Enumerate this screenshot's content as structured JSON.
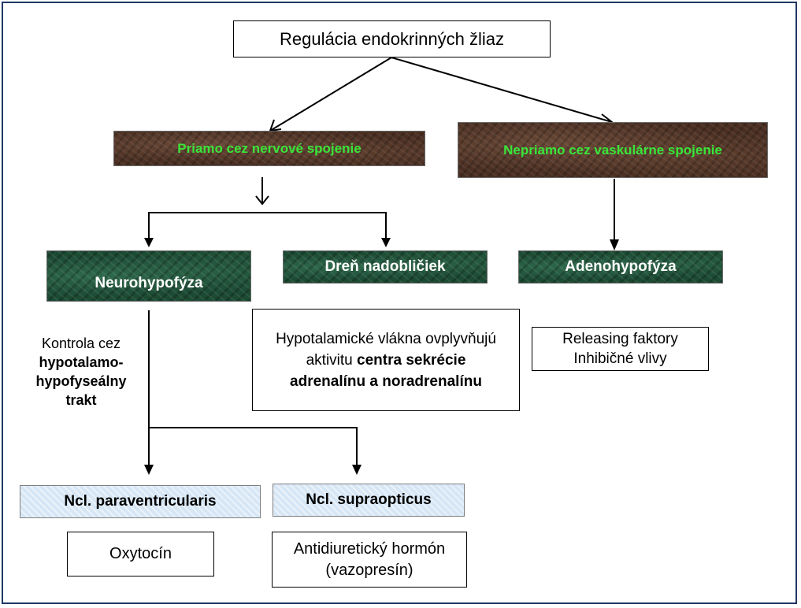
{
  "title": "Regulácia endokrinných žliaz",
  "branches": {
    "direct": "Priamo cez nervové spojenie",
    "indirect": "Nepriamo cez vaskulárne spojenie"
  },
  "organs": {
    "neurohypofyza": "Neurohypofýza",
    "dren": "Dreň nadobličiek",
    "adenohypofyza": "Adenohypofýza"
  },
  "hypothalamic_note": {
    "part1": "Hypotalamické vlákna ovplyvňujú aktivitu ",
    "bold": "centra sekrécie adrenalínu a noradrenalínu"
  },
  "releasing": {
    "line1": "Releasing faktory",
    "line2": "Inhibičné vlivy"
  },
  "control_note": {
    "part1": "Kontrola cez",
    "bold": "hypotalamo-hypofyseálny trakt"
  },
  "nuclei": {
    "paraventricularis": "Ncl. paraventricularis",
    "supraopticus": "Ncl. supraopticus"
  },
  "hormones": {
    "oxytocin": "Oxytocín",
    "adh": "Antidiuretický hormón (vazopresín)"
  }
}
